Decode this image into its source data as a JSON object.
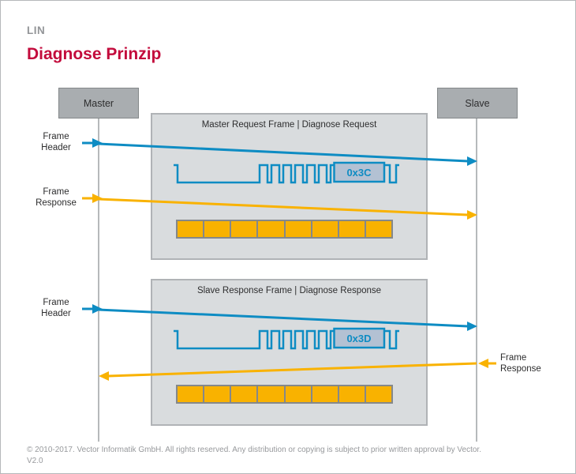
{
  "header": {
    "kicker": "LIN",
    "title": "Diagnose Prinzip"
  },
  "nodes": {
    "master": "Master",
    "slave": "Slave"
  },
  "frames": [
    {
      "title": "Master Request Frame | Diagnose Request",
      "id_label": "0x3C",
      "data_bytes": 8,
      "header_arrow": {
        "label": "Frame Header",
        "direction": "master-to-slave"
      },
      "response_arrow": {
        "label": "Frame Response",
        "direction": "master-to-slave"
      }
    },
    {
      "title": "Slave Response Frame | Diagnose Response",
      "id_label": "0x3D",
      "data_bytes": 8,
      "header_arrow": {
        "label": "Frame Header",
        "direction": "master-to-slave"
      },
      "response_arrow": {
        "label": "Frame Response",
        "direction": "slave-to-master"
      }
    }
  ],
  "footer": {
    "line1": "© 2010-2017. Vector Informatik GmbH. All rights reserved. Any distribution or copying is subject to prior written approval by Vector.",
    "line2": "V2.0"
  },
  "colors": {
    "accent_blue": "#0E8CC3",
    "accent_yellow": "#F9B200",
    "title_red": "#C30B3C",
    "kicker_gray": "#939598",
    "node_fill": "#A9ADB0",
    "panel_fill": "#D9DCDE",
    "idbox_fill": "#B3C1D3"
  }
}
